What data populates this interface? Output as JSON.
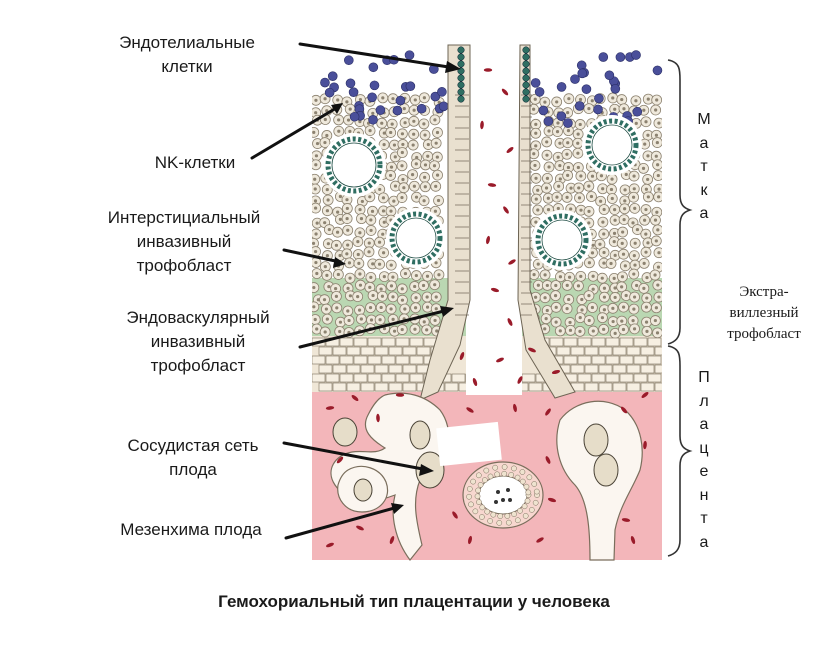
{
  "labels": {
    "endothelial": "Эндотелиальные\nклетки",
    "nk": "NK-клетки",
    "interstitial": "Интерстициальный\nинвазивный\nтрофобласт",
    "endovascular": "Эндоваскулярный\nинвазивный\nтрофобласт",
    "fetal_vessels": "Сосудистая сеть\nплода",
    "mesenchyme": "Мезенхима плода"
  },
  "right_labels": {
    "uterus": "Матка",
    "extravillous": "Экстра-\nвиллезный\nтрофобласт",
    "placenta": "Плацента"
  },
  "caption": "Гемохориальный тип плацентации у человека",
  "colors": {
    "decidua_cells": "#c8bfa8",
    "nk_cells": "#4a4f9a",
    "gland": "#2f6e62",
    "green_band": "#b9d6b0",
    "placenta_pink": "#f2b4b8",
    "rbc": "#9a1b2a"
  }
}
